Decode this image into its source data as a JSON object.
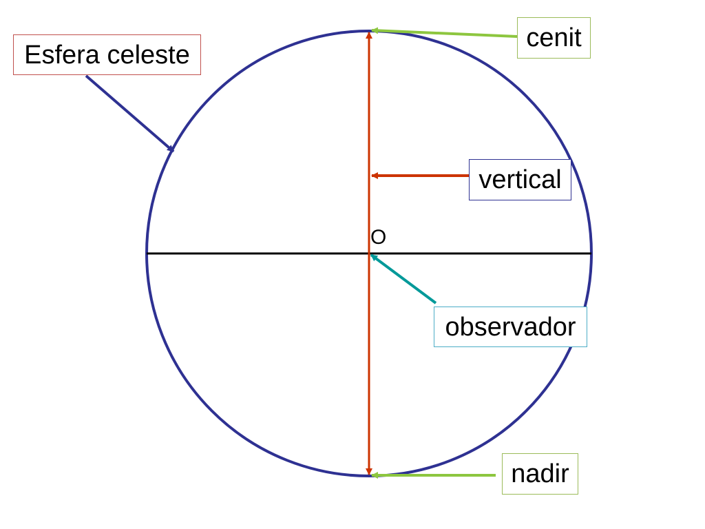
{
  "labels": {
    "esfera": "Esfera celeste",
    "cenit": "cenit",
    "vertical": "vertical",
    "observador": "observador",
    "nadir": "nadir",
    "origin": "O"
  },
  "colors": {
    "circle": "#2e3192",
    "horizon": "#000000",
    "vertical_line": "#cc3300",
    "cenit_arrow": "#8dc63f",
    "nadir_arrow": "#8dc63f",
    "vertical_arrow": "#cc3300",
    "observador_arrow": "#009999",
    "esfera_arrow": "#2e3192",
    "esfera_border": "#c0504d",
    "cenit_border": "#9bbb59",
    "vertical_border": "#2e3192",
    "observador_border": "#4bacc6",
    "nadir_border": "#9bbb59"
  }
}
